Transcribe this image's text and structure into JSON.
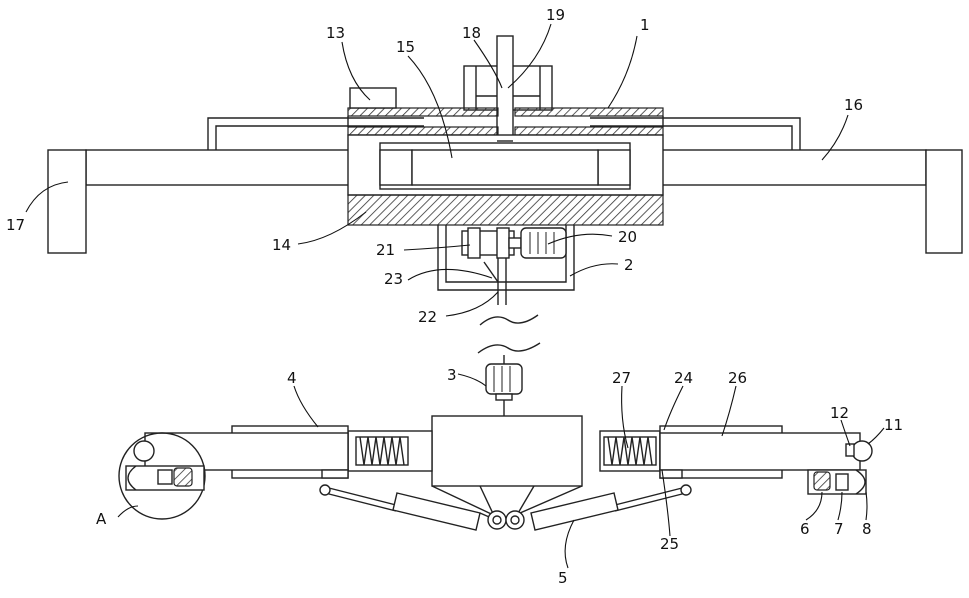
{
  "figure": {
    "labels": {
      "l1": "1",
      "l2": "2",
      "l3": "3",
      "l4": "4",
      "l5": "5",
      "l6": "6",
      "l7": "7",
      "l8": "8",
      "l11": "11",
      "l12": "12",
      "l13": "13",
      "l14": "14",
      "l15": "15",
      "l16": "16",
      "l17": "17",
      "l18": "18",
      "l19": "19",
      "l20": "20",
      "l21": "21",
      "l22": "22",
      "l23": "23",
      "l24": "24",
      "l25": "25",
      "l26": "26",
      "l27": "27",
      "lA": "A"
    }
  }
}
